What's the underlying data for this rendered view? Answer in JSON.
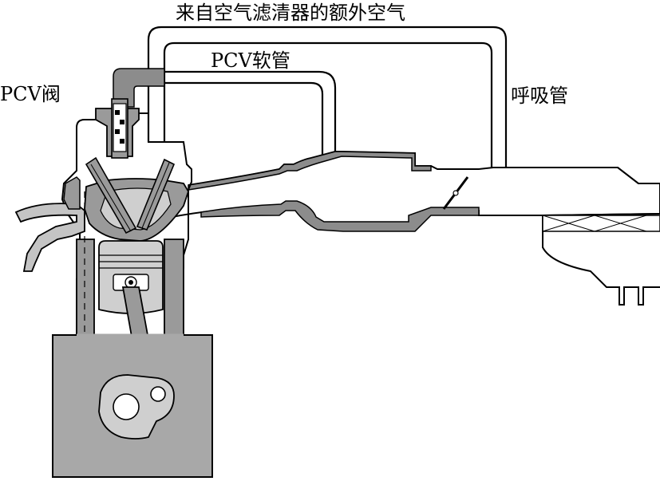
{
  "labels": {
    "extra_air": "来自空气滤清器的额外空气",
    "pcv_hose": "PCV软管",
    "pcv_valve": "PCV阀",
    "breather_tube": "呼吸管"
  },
  "colors": {
    "line": "#000000",
    "metal_gray": "#8c8c8c",
    "cylinder_gray": "#9a9a9a",
    "crankcase_gray": "#a8a8a8",
    "light_gray": "#cfcfcf",
    "background": "#ffffff"
  }
}
